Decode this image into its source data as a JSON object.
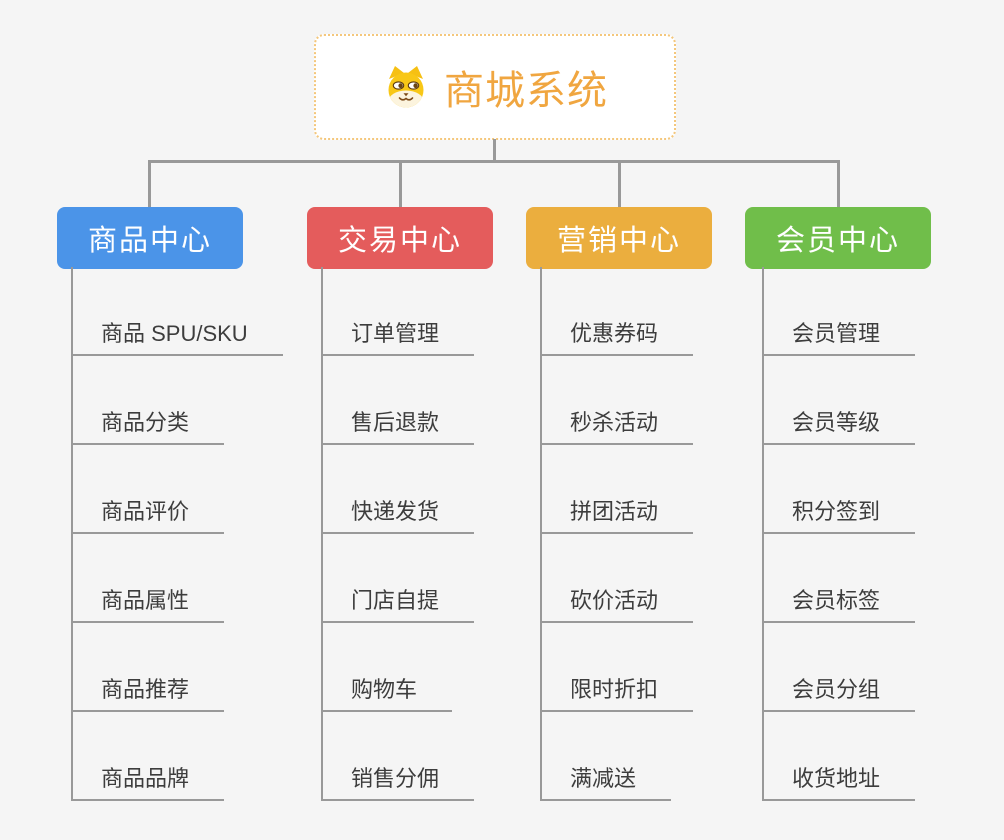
{
  "root": {
    "title": "商城系统",
    "icon": "shiba-dog-icon"
  },
  "branches": [
    {
      "label": "商品中心",
      "color": "#4b94e8",
      "items": [
        "商品 SPU/SKU",
        "商品分类",
        "商品评价",
        "商品属性",
        "商品推荐",
        "商品品牌"
      ]
    },
    {
      "label": "交易中心",
      "color": "#e45c5c",
      "items": [
        "订单管理",
        "售后退款",
        "快递发货",
        "门店自提",
        "购物车",
        "销售分佣"
      ]
    },
    {
      "label": "营销中心",
      "color": "#ebae3e",
      "items": [
        "优惠券码",
        "秒杀活动",
        "拼团活动",
        "砍价活动",
        "限时折扣",
        "满减送"
      ]
    },
    {
      "label": "会员中心",
      "color": "#70be4a",
      "items": [
        "会员管理",
        "会员等级",
        "积分签到",
        "会员标签",
        "会员分组",
        "收货地址"
      ]
    }
  ],
  "colors": {
    "background": "#f5f5f5",
    "connector": "#999999",
    "root_accent": "#f0a640",
    "root_border": "#f4c77c",
    "item_text": "#3d3d3d"
  }
}
